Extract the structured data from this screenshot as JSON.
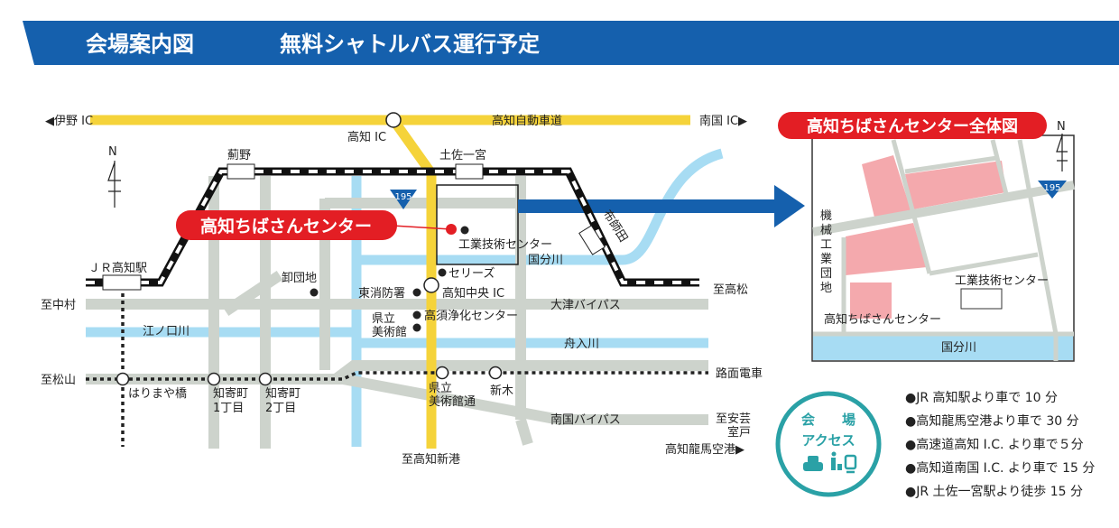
{
  "header": {
    "title": "会場案内図",
    "subtitle": "無料シャトルバス運行予定",
    "color": "#1560ad"
  },
  "map": {
    "north": "N",
    "expressway": {
      "name": "高知自動車道",
      "west": "◀伊野 IC",
      "east": "南国 IC▶",
      "ic": "高知 IC"
    },
    "route_badge": "195",
    "jr_stations": {
      "kochi": "ＪＲ高知駅",
      "azono": "薊野",
      "tosaichinomiya": "土佐一宮",
      "nunoshida": "布師田"
    },
    "venue_label": "高知ちばさんセンター",
    "places": {
      "kogyo": "工業技術センター",
      "kokubu": "国分川",
      "cerise": "セリーズ",
      "chuo_ic": "高知中央 IC",
      "fire": "東消防署",
      "oroshi": "卸団地",
      "museum_1": "県立",
      "museum_2": "美術館",
      "takasu": "高須浄化センター",
      "otsu": "大津バイパス",
      "enokuchi": "江ノ口川",
      "funairi": "舟入川",
      "nankoku": "南国バイパス",
      "tram": "路面電車"
    },
    "directions": {
      "nakamura": "至中村",
      "matsuyama": "至松山",
      "takamatsu": "至高松",
      "aki_1": "至安芸",
      "aki_2": "室戸",
      "airport": "高知龍馬空港▶",
      "shinko": "至高知新港"
    },
    "tram_stops": {
      "harimaya": "はりまや橋",
      "chiyori1_a": "知寄町",
      "chiyori1_b": "1丁目",
      "chiyori2_a": "知寄町",
      "chiyori2_b": "2丁目",
      "museum_a": "県立",
      "museum_b": "美術館通",
      "shingi": "新木"
    }
  },
  "inset": {
    "title": "高知ちばさんセンター全体図",
    "north": "N",
    "route_badge": "195",
    "industrial_park": [
      "機",
      "械",
      "工",
      "業",
      "団",
      "地"
    ],
    "kogyo": "工業技術センター",
    "venue": "高知ちばさんセンター",
    "river": "国分川"
  },
  "access": {
    "title_1": "会　　場",
    "title_2": "アクセス",
    "icons": [
      "taxi-icon",
      "walking-person-icon",
      "train-icon"
    ],
    "color": "#2aa1a6",
    "items": [
      "●JR 高知駅より車で 10 分",
      "●高知龍馬空港より車で 30 分",
      "●高速道高知 I.C. より車で５分",
      "●高知道南国 I.C. より車で 15 分",
      "●JR 土佐一宮駅より徒歩 15 分"
    ]
  }
}
